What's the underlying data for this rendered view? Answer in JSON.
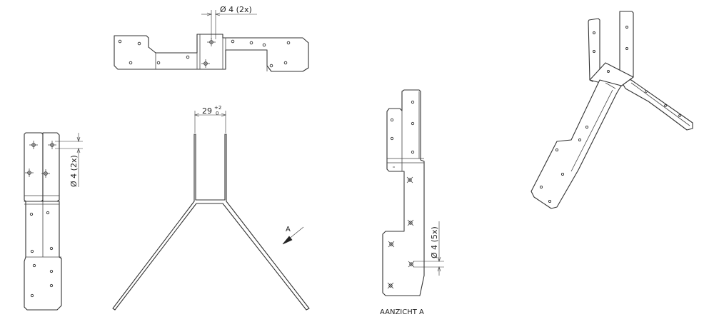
{
  "dimensions": {
    "top_hole": "Ø 4 (2x)",
    "side_hole": "Ø 4 (2x)",
    "width_value": "29",
    "width_tol_upper": "+2",
    "width_tol_lower": "0",
    "view_a_hole": "Ø 4 (5x)"
  },
  "labels": {
    "view_marker": "A",
    "view_a_caption": "AANZICHT A"
  }
}
